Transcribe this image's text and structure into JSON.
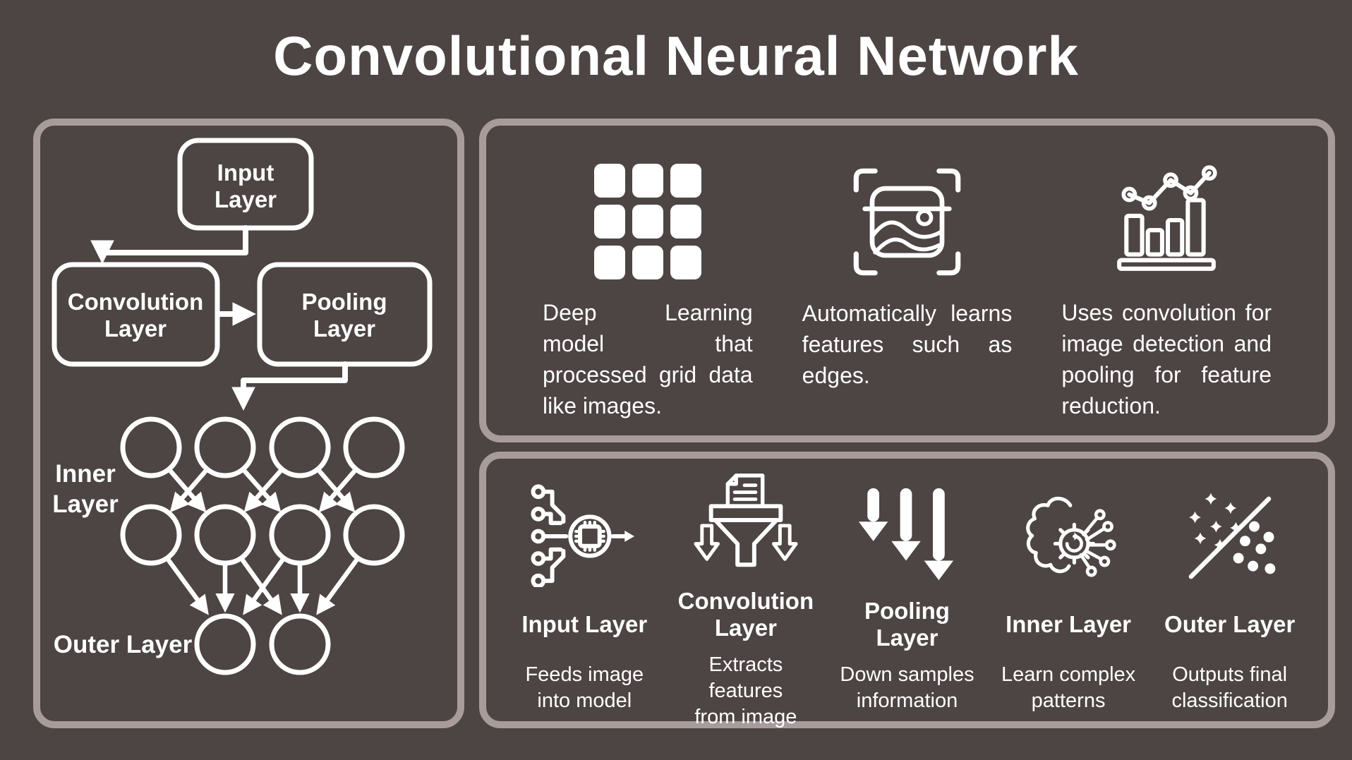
{
  "colors": {
    "background": "#4d4444",
    "panel_border": "#a89c9b",
    "white": "#ffffff",
    "node_red": "#c3504e"
  },
  "title": "Convolutional Neural Network",
  "flowchart": {
    "input_box": {
      "line1": "Input",
      "line2": "Layer"
    },
    "convolution_box": {
      "line1": "Convolution",
      "line2": "Layer"
    },
    "pooling_box": {
      "line1": "Pooling",
      "line2": "Layer"
    },
    "inner_label": {
      "line1": "Inner",
      "line2": "Layer"
    },
    "outer_label": "Outer Layer",
    "network": {
      "node_fills": [
        "#c3504e",
        "none",
        "#c3504e",
        "none",
        "none",
        "#c3504e",
        "none",
        "#c3504e",
        "none",
        "#c3504e"
      ]
    }
  },
  "features": {
    "items": [
      {
        "icon": "grid-icon",
        "text": "Deep Learning model that processed grid data like images."
      },
      {
        "icon": "image-scan-icon",
        "text": "Automatically learns features such as edges."
      },
      {
        "icon": "bar-line-chart-icon",
        "text": "Uses convolution for image detection and pooling for feature reduction."
      }
    ]
  },
  "layers": {
    "items": [
      {
        "icon": "input-circuit-icon",
        "label_lines": [
          "Input Layer"
        ],
        "desc_lines": [
          "Feeds image",
          "into model"
        ]
      },
      {
        "icon": "convolution-funnel-icon",
        "label_lines": [
          "Convolution",
          "Layer"
        ],
        "desc_lines": [
          "Extracts features",
          "from image"
        ]
      },
      {
        "icon": "pooling-arrows-icon",
        "label_lines": [
          "Pooling",
          "Layer"
        ],
        "desc_lines": [
          "Down samples",
          "information"
        ]
      },
      {
        "icon": "brain-circuit-icon",
        "label_lines": [
          "Inner Layer"
        ],
        "desc_lines": [
          "Learn complex",
          "patterns"
        ]
      },
      {
        "icon": "scatter-plot-icon",
        "label_lines": [
          "Outer Layer"
        ],
        "desc_lines": [
          "Outputs final",
          "classification"
        ]
      }
    ]
  }
}
